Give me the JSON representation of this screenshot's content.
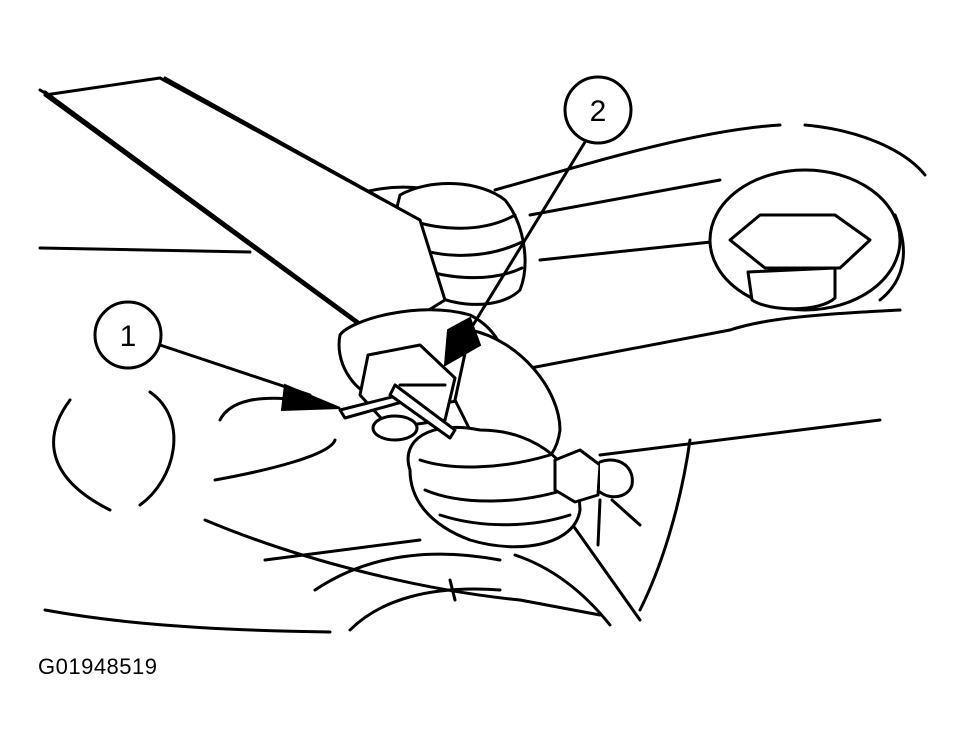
{
  "diagram": {
    "figure_id": "G01948519",
    "callouts": [
      {
        "label": "1",
        "target": "tie-rod-end-locknut"
      },
      {
        "label": "2",
        "target": "tie-rod-end-boot"
      }
    ],
    "colors": {
      "line": "#000000",
      "background": "#ffffff"
    }
  }
}
